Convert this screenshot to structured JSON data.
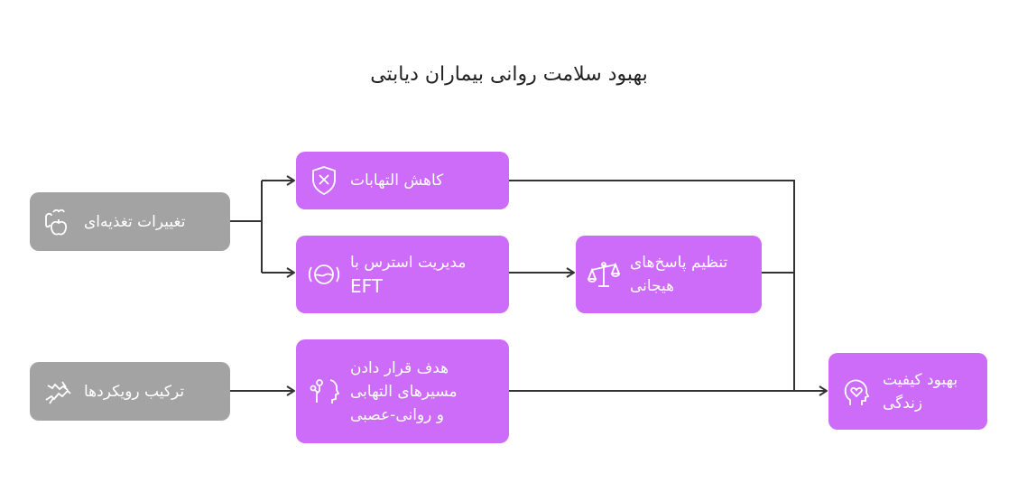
{
  "title": "بهبود سلامت روانی بیماران دیابتی",
  "nodes": {
    "nutrition": {
      "label": "تغییرات تغذیه‌ای",
      "icon": "apple-icon"
    },
    "combine": {
      "label": "ترکیب رویکردها",
      "icon": "puzzle-icon"
    },
    "inflammation": {
      "label": "کاهش التهابات",
      "icon": "shield-x-icon"
    },
    "stress": {
      "label_line1": "مدیریت استرس با",
      "label_line2": "EFT",
      "icon": "calm-face-icon"
    },
    "pathways": {
      "label_line1": "هدف قرار دادن",
      "label_line2": "مسیرهای التهابی",
      "label_line3": "و روانی-عصبی",
      "icon": "head-icon"
    },
    "emotional": {
      "label_line1": "تنظیم پاسخ‌های",
      "label_line2": "هیجانی",
      "icon": "scale-icon"
    },
    "quality": {
      "label_line1": "بهبود کیفیت",
      "label_line2": "زندگی",
      "icon": "heart-head-icon"
    }
  },
  "colors": {
    "gray": "#a3a3a3",
    "purple": "#cc6cf8",
    "line": "#333333"
  }
}
